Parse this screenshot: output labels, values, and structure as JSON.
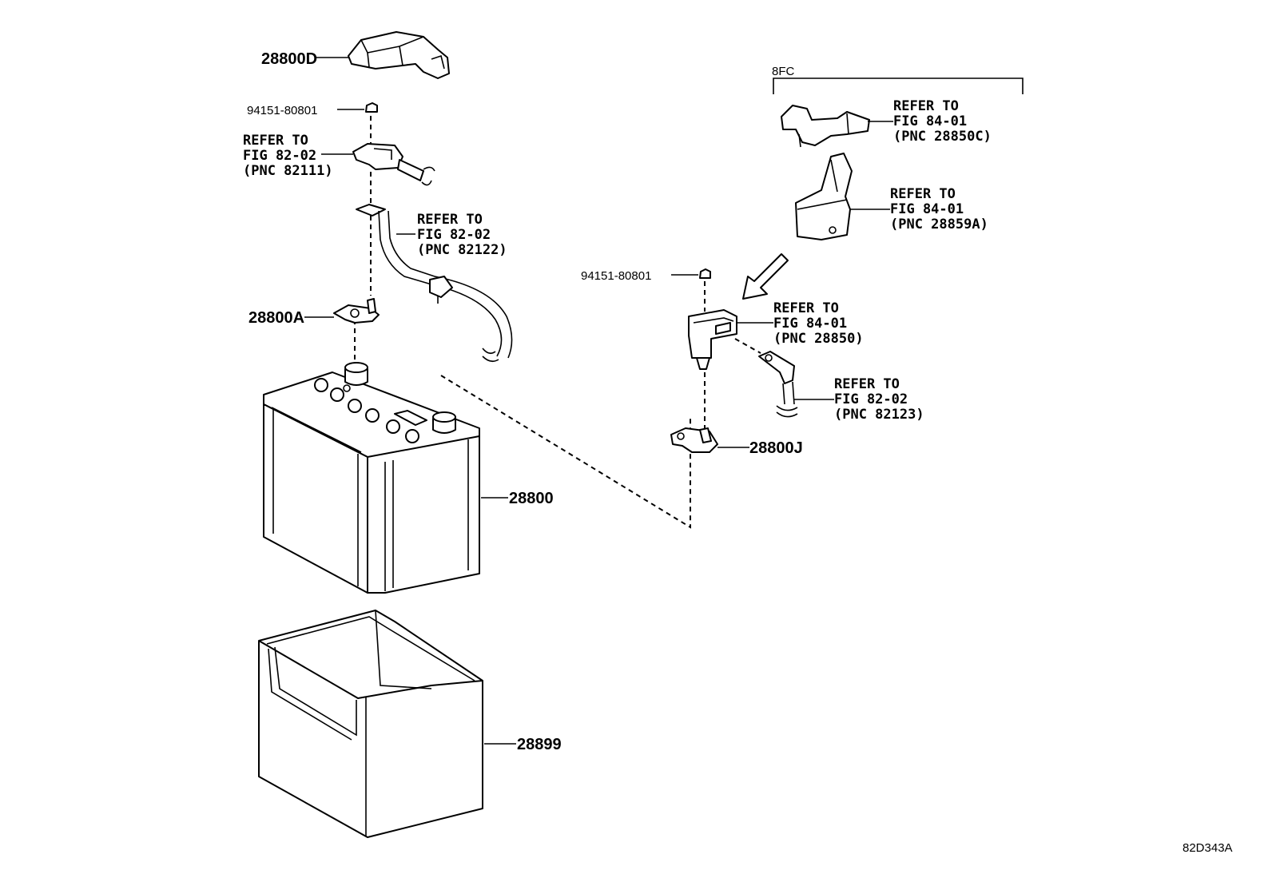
{
  "diagram_code": "82D343A",
  "group_8fc": "8FC",
  "labels": {
    "p28800D": "28800D",
    "nut_left": "94151-80801",
    "ref_82111": [
      "REFER TO",
      "FIG 82-02",
      "(PNC 82111)"
    ],
    "ref_82122": [
      "REFER TO",
      "FIG 82-02",
      "(PNC 82122)"
    ],
    "p28800A": "28800A",
    "p28800": "28800",
    "p28899": "28899",
    "ref_28850C": [
      "REFER TO",
      "FIG 84-01",
      "(PNC 28850C)"
    ],
    "ref_28859A": [
      "REFER TO",
      "FIG 84-01",
      "(PNC 28859A)"
    ],
    "nut_right": "94151-80801",
    "ref_28850": [
      "REFER TO",
      "FIG 84-01",
      "(PNC 28850)"
    ],
    "ref_82123": [
      "REFER TO",
      "FIG 82-02",
      "(PNC 82123)"
    ],
    "p28800J": "28800J"
  }
}
